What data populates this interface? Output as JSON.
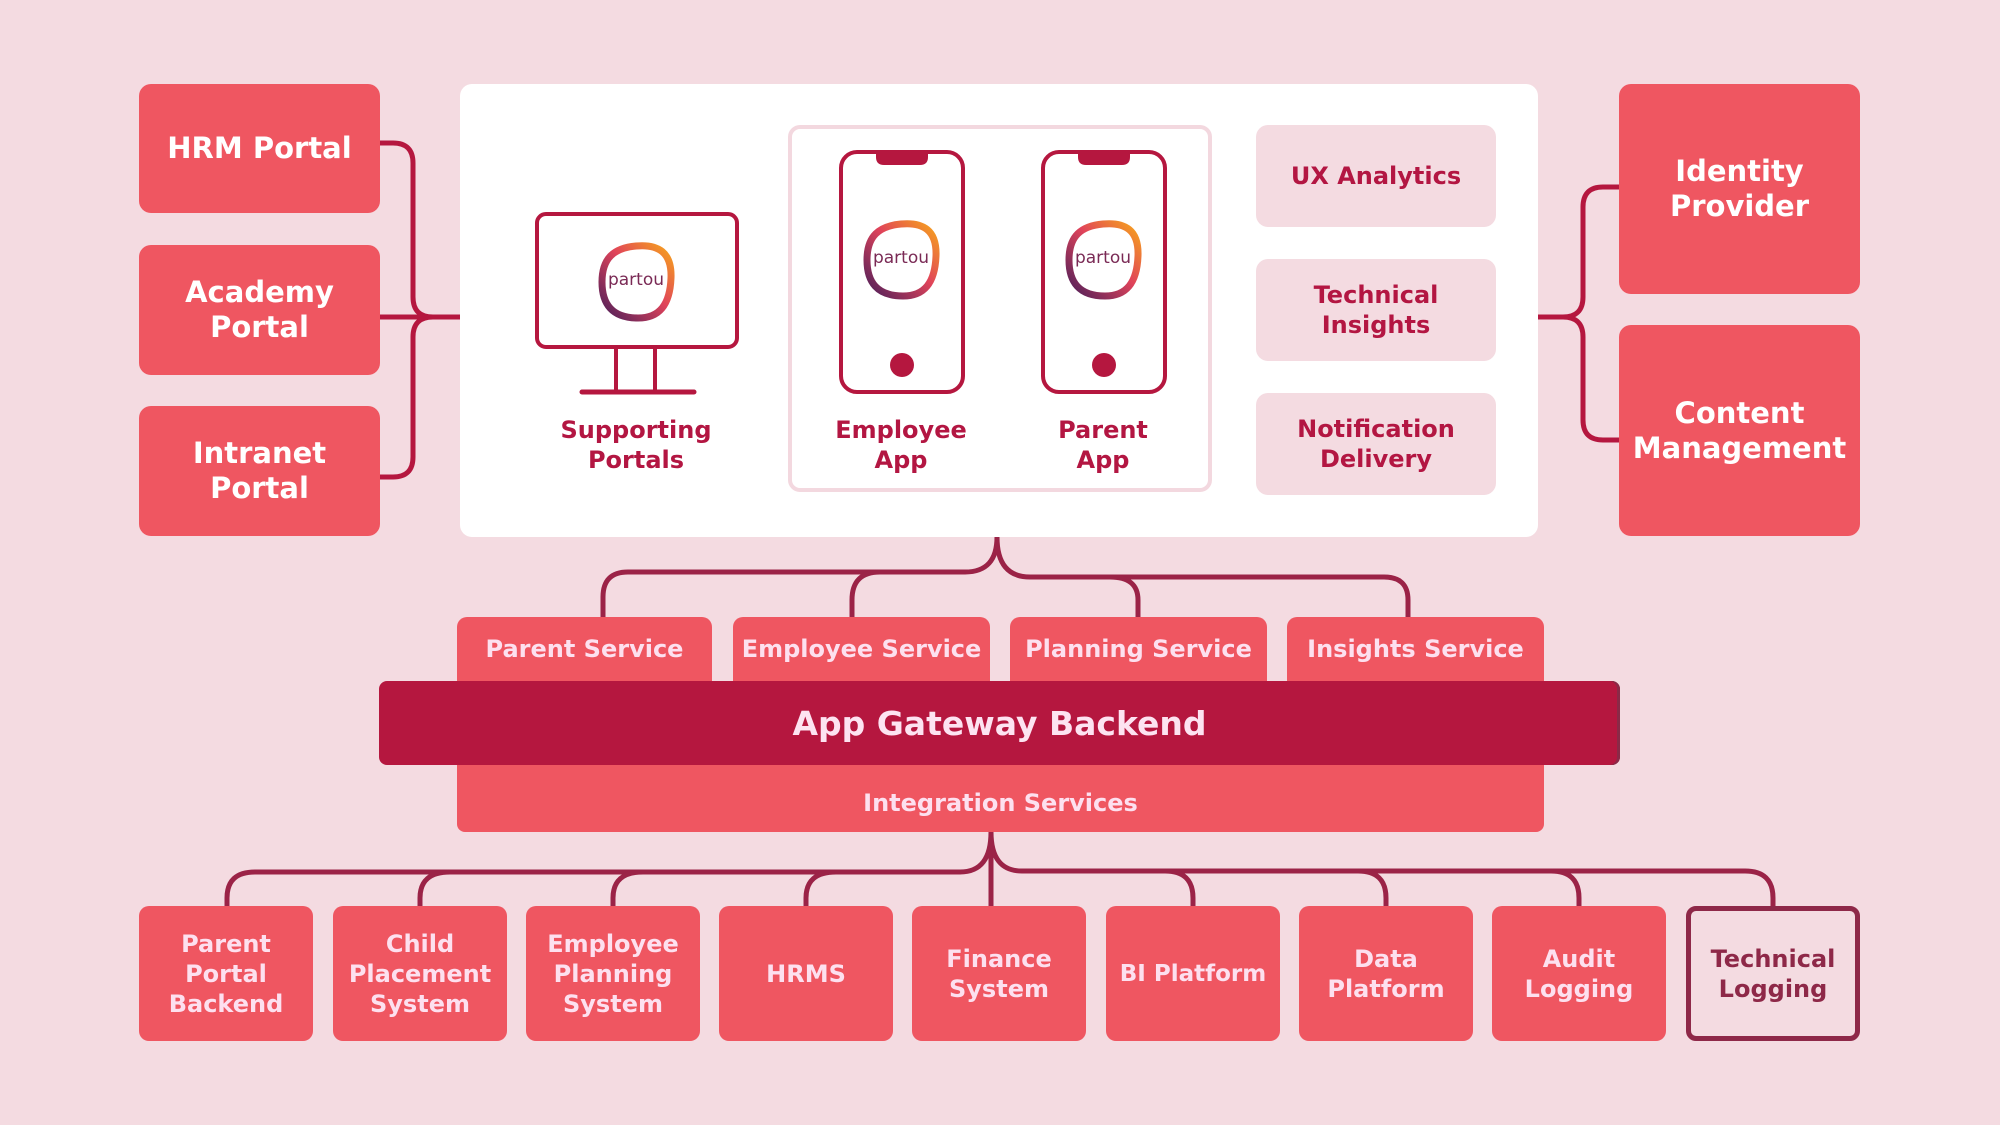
{
  "left_portals": [
    {
      "label": "HRM Portal"
    },
    {
      "label": "Academy Portal"
    },
    {
      "label": "Intranet Portal"
    }
  ],
  "frontend": {
    "supporting_portals": {
      "label_line1": "Supporting",
      "label_line2": "Portals",
      "logo_text": "partou"
    },
    "employee_app": {
      "label_line1": "Employee",
      "label_line2": "App",
      "logo_text": "partou"
    },
    "parent_app": {
      "label_line1": "Parent",
      "label_line2": "App",
      "logo_text": "partou"
    },
    "capabilities": [
      {
        "label": "UX Analytics"
      },
      {
        "label": "Technical Insights"
      },
      {
        "label": "Notification Delivery"
      }
    ]
  },
  "right_services": [
    {
      "label": "Identity Provider"
    },
    {
      "label": "Content Management"
    }
  ],
  "backend": {
    "services": [
      {
        "label": "Parent Service"
      },
      {
        "label": "Employee Service"
      },
      {
        "label": "Planning Service"
      },
      {
        "label": "Insights Service"
      }
    ],
    "gateway": "App Gateway Backend",
    "integration": "Integration Services"
  },
  "systems": [
    {
      "label": "Parent Portal Backend"
    },
    {
      "label": "Child Placement System"
    },
    {
      "label": "Employee Planning System"
    },
    {
      "label": "HRMS"
    },
    {
      "label": "Finance System"
    },
    {
      "label": "BI Platform"
    },
    {
      "label": "Data Platform"
    },
    {
      "label": "Audit Logging"
    },
    {
      "label": "Technical Logging",
      "style": "outlined"
    }
  ],
  "colors": {
    "background": "#f4dbe1",
    "coral": "#ef5661",
    "brand_dark": "#b5173f",
    "outline_dark": "#8e2848"
  }
}
